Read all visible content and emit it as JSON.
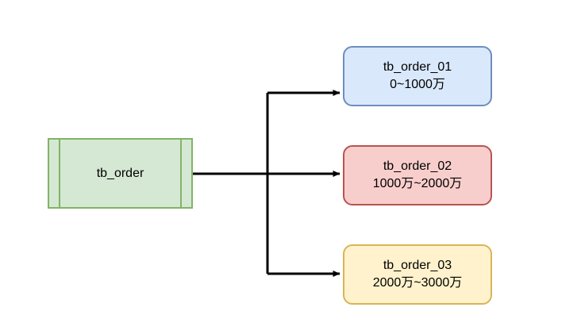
{
  "diagram": {
    "type": "database-sharding-diagram",
    "background_color": "#ffffff",
    "edge_color": "#000000"
  },
  "source": {
    "label": "tb_order",
    "fill": "#d5e8d4",
    "stroke": "#82b366"
  },
  "shards": [
    {
      "name": "tb_order_01",
      "range": "0~1000万",
      "fill": "#dae8fc",
      "stroke": "#6c8ebf"
    },
    {
      "name": "tb_order_02",
      "range": "1000万~2000万",
      "fill": "#f8cecc",
      "stroke": "#b85450"
    },
    {
      "name": "tb_order_03",
      "range": "2000万~3000万",
      "fill": "#fff2cc",
      "stroke": "#d6b656"
    }
  ]
}
